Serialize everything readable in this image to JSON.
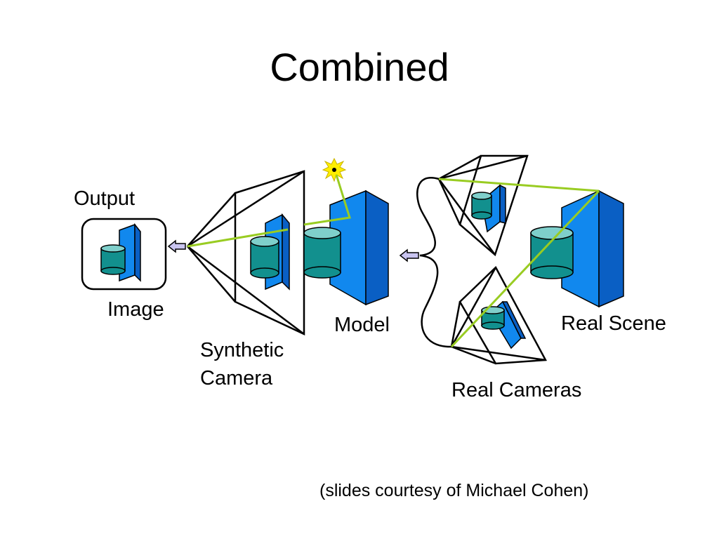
{
  "slide": {
    "title": "Combined",
    "credit": "(slides courtesy of Michael Cohen)"
  },
  "labels": {
    "output": "Output",
    "image": "Image",
    "synthetic_camera_line1": "Synthetic",
    "synthetic_camera_line2": "Camera",
    "model": "Model",
    "real_scene": "Real Scene",
    "real_cameras": "Real Cameras"
  },
  "colors": {
    "box_face": "#1188ee",
    "box_side": "#0a5fc4",
    "box_top": "#58b0ff",
    "cylinder_body": "#12908e",
    "cylinder_top": "#7fcfcb",
    "ray": "#99cc22",
    "arrow": "#c9c4f0",
    "light": "#ffee00",
    "line": "#000000"
  },
  "icons": {
    "light": "light-source-icon",
    "arrow": "arrow-left-icon"
  }
}
